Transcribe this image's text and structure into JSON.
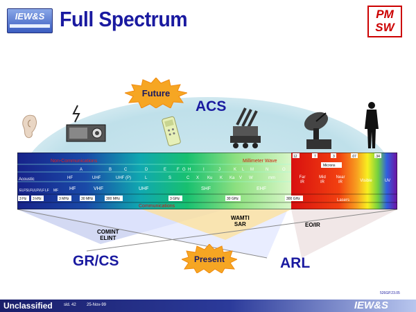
{
  "header": {
    "title": "Full Spectrum",
    "logo_left_text": "IEW&S",
    "logo_right_line1": "PM",
    "logo_right_line2": "SW"
  },
  "bursts": {
    "future": "Future",
    "present": "Present"
  },
  "labels": {
    "acs": "ACS",
    "grcs": "GR/CS",
    "arl": "ARL",
    "comint_elint": "COMINT\nELINT",
    "wamti_sar": "WAMTI\nSAR",
    "eo_ir": "EO/IR"
  },
  "spectrum": {
    "non_comm": "Non-Communications",
    "comm": "Communications",
    "mmwave": "Millimeter Wave",
    "microns": "Microns",
    "acoustic": "Acoustic",
    "lasers": "Lasers",
    "radar_bands": [
      "A",
      "B",
      "C",
      "D",
      "E",
      "F",
      "G",
      "H",
      "I",
      "J",
      "K",
      "L",
      "M",
      "N",
      "O"
    ],
    "row_bands": [
      "HF",
      "UHF",
      "UHF (P)",
      "L",
      "S",
      "C",
      "X",
      "Ku",
      "K",
      "Ka",
      "V",
      "W",
      "mm"
    ],
    "comm_bands": [
      "ELF",
      "SLF",
      "ULF",
      "VLF",
      "LF",
      "MF",
      "HF",
      "VHF",
      "UHF",
      "SHF",
      "EHF"
    ],
    "freq_ticks": [
      "3 Hz",
      "3 kHz",
      "3 MHz",
      "30 MHz",
      "300 MHz",
      "3 GHz",
      "30 GHz",
      "300 GHz"
    ],
    "ir_labels": [
      "Far\nIR",
      "Mid\nIR",
      "Near\nIR",
      "Visible",
      "UV"
    ],
    "ir_ticks": [
      "12",
      "7",
      "3",
      ".07",
      ".34"
    ]
  },
  "footer": {
    "classification": "Unclassified",
    "slide_num": "sld. 42",
    "date": "25-Nov-99",
    "brand": "IEW&S",
    "code": "526GP.23.05"
  },
  "colors": {
    "title": "#1a1aa0",
    "burst": "#f5a020",
    "footer": "#1a1f6a"
  }
}
